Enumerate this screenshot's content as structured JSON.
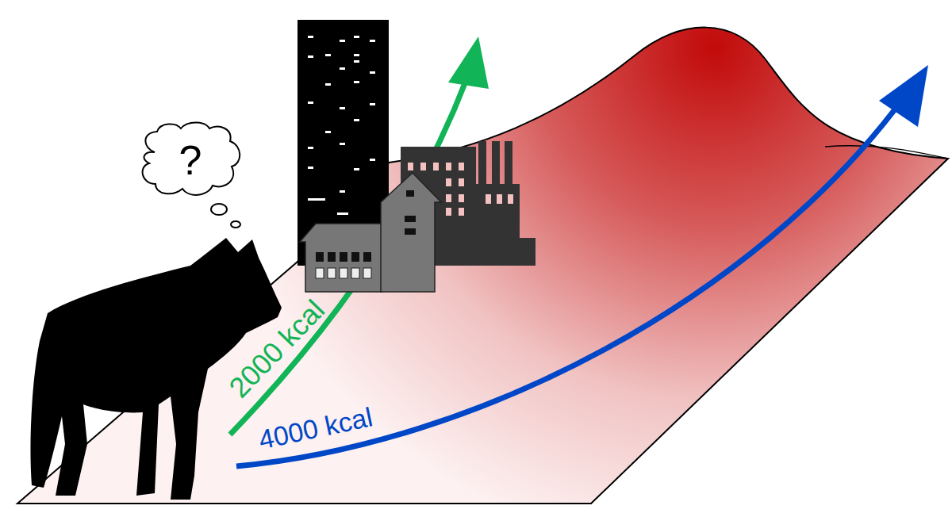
{
  "diagram": {
    "nodes": [
      {
        "text": [
          "?"
        ]
      }
    ],
    "labels": [
      "2000 kcal",
      "4000 kcal"
    ]
  }
}
